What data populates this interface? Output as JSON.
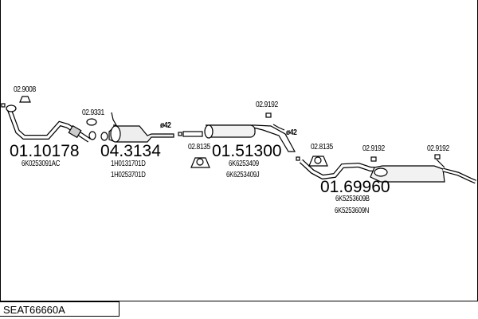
{
  "diagram_code": "SEAT66660A",
  "parts": [
    {
      "number": "01.10178",
      "refs": [
        "6K0253091AC"
      ]
    },
    {
      "number": "04.3134",
      "refs": [
        "1H0131701D",
        "1H0253701D"
      ]
    },
    {
      "number": "01.51300",
      "refs": [
        "6K6253409",
        "6K6253409J"
      ]
    },
    {
      "number": "01.69960",
      "refs": [
        "6K5253609B",
        "6K5253609N"
      ]
    }
  ],
  "accessories": {
    "a1": "02.9008",
    "a2": "02.9331",
    "a3": "02.8135",
    "a4": "02.9192",
    "a5": "02.8135",
    "a6": "02.9192",
    "a7": "02.9192"
  },
  "diameters": {
    "d1": "ø42",
    "d2": "ø42"
  }
}
